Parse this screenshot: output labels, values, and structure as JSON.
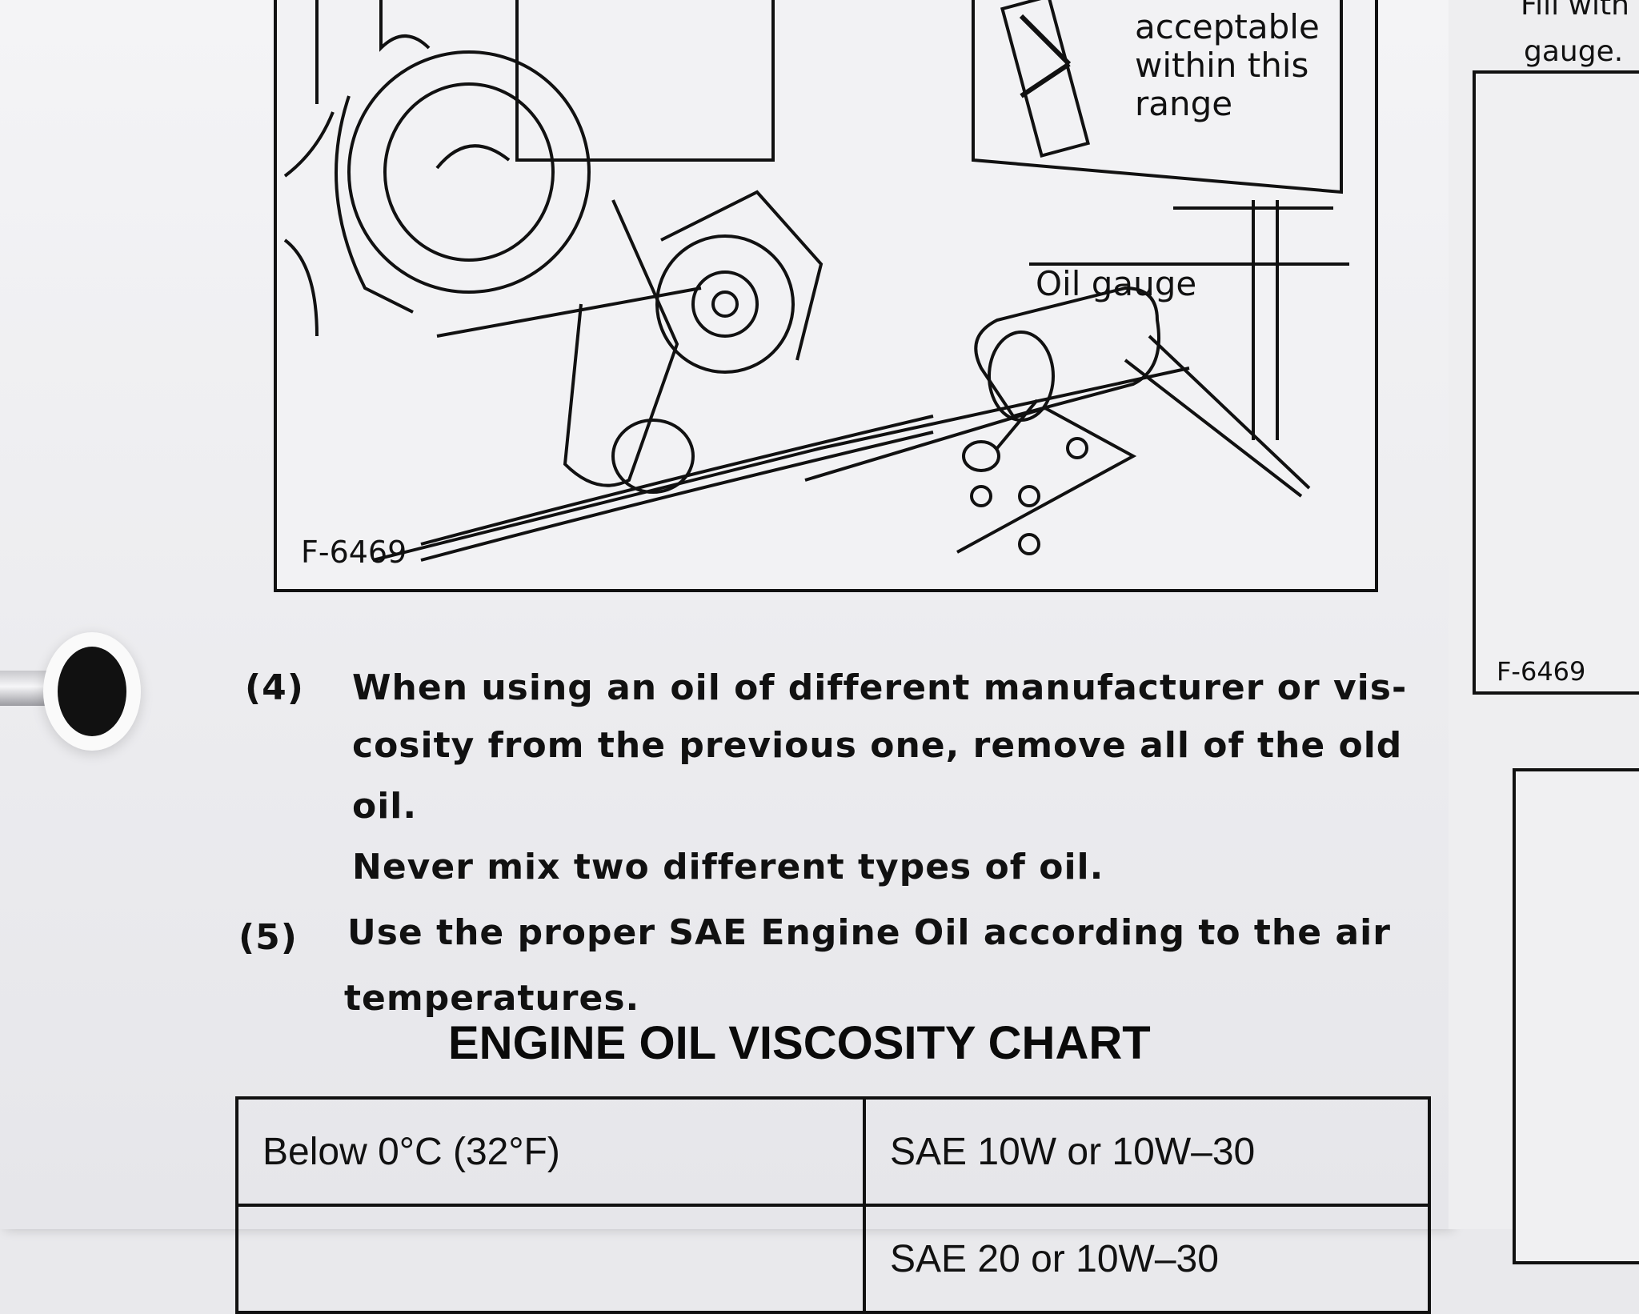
{
  "figure": {
    "code": "F-6469",
    "range_callout": [
      "acceptable",
      "within this",
      "range"
    ],
    "oil_gauge_label": "Oil gauge"
  },
  "items": [
    {
      "number": "(4)",
      "lines": [
        "When using an oil of different manufacturer or vis-",
        "cosity from the previous one, remove all of the old",
        "oil.",
        "Never mix two different types of oil."
      ]
    },
    {
      "number": "(5)",
      "lines": [
        "Use the proper SAE Engine Oil according to the air",
        "temperatures."
      ]
    }
  ],
  "chart_title": "ENGINE OIL VISCOSITY CHART",
  "table": {
    "rows": [
      {
        "temperature": "Below 0°C (32°F)",
        "oil": "SAE 10W or 10W–30"
      },
      {
        "temperature": "",
        "oil": "SAE 20 or 10W–30"
      }
    ]
  },
  "right_page": {
    "top_text": "Fill with",
    "gauge_text": "gauge.",
    "figure_code": "F-6469"
  }
}
